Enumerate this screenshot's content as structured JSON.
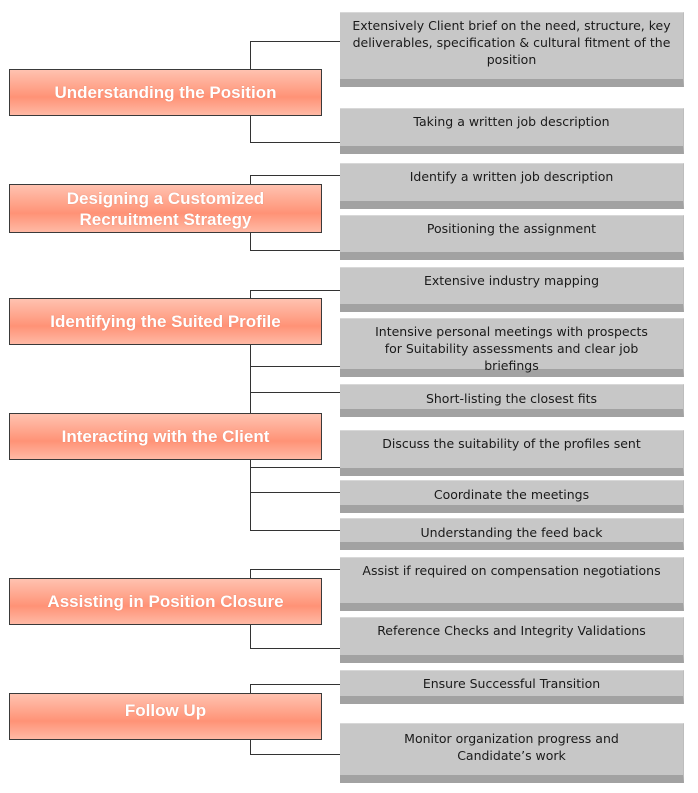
{
  "stages": [
    {
      "title": "Understanding the Position",
      "tasks": [
        "Extensively Client brief on the need, structure, key deliverables, specification & cultural fitment of the position",
        "Taking a written job description"
      ]
    },
    {
      "title": "Designing a Customized Recruitment Strategy",
      "tasks": [
        "Identify a written job description",
        "Positioning the assignment"
      ]
    },
    {
      "title": "Identifying the Suited Profile",
      "tasks": [
        "Extensive industry mapping",
        "Intensive personal meetings with prospects for Suitability assessments and clear job briefings",
        "Short-listing the closest fits"
      ]
    },
    {
      "title": "Interacting with the Client",
      "tasks": [
        "Discuss the suitability of the profiles sent",
        "Coordinate the meetings",
        "Understanding the feed back"
      ]
    },
    {
      "title": "Assisting in Position Closure",
      "tasks": [
        "Assist if required on compensation negotiations",
        "Reference Checks and Integrity Validations"
      ]
    },
    {
      "title": "Follow Up",
      "tasks": [
        "Ensure Successful Transition",
        "Monitor organization progress and Candidate’s work"
      ]
    }
  ],
  "colors": {
    "stage_fill": "#ff9f85",
    "stage_text": "#ffffff",
    "task_fill": "#c7c7c7",
    "task_band": "#a2a2a2",
    "connector": "#333333"
  }
}
